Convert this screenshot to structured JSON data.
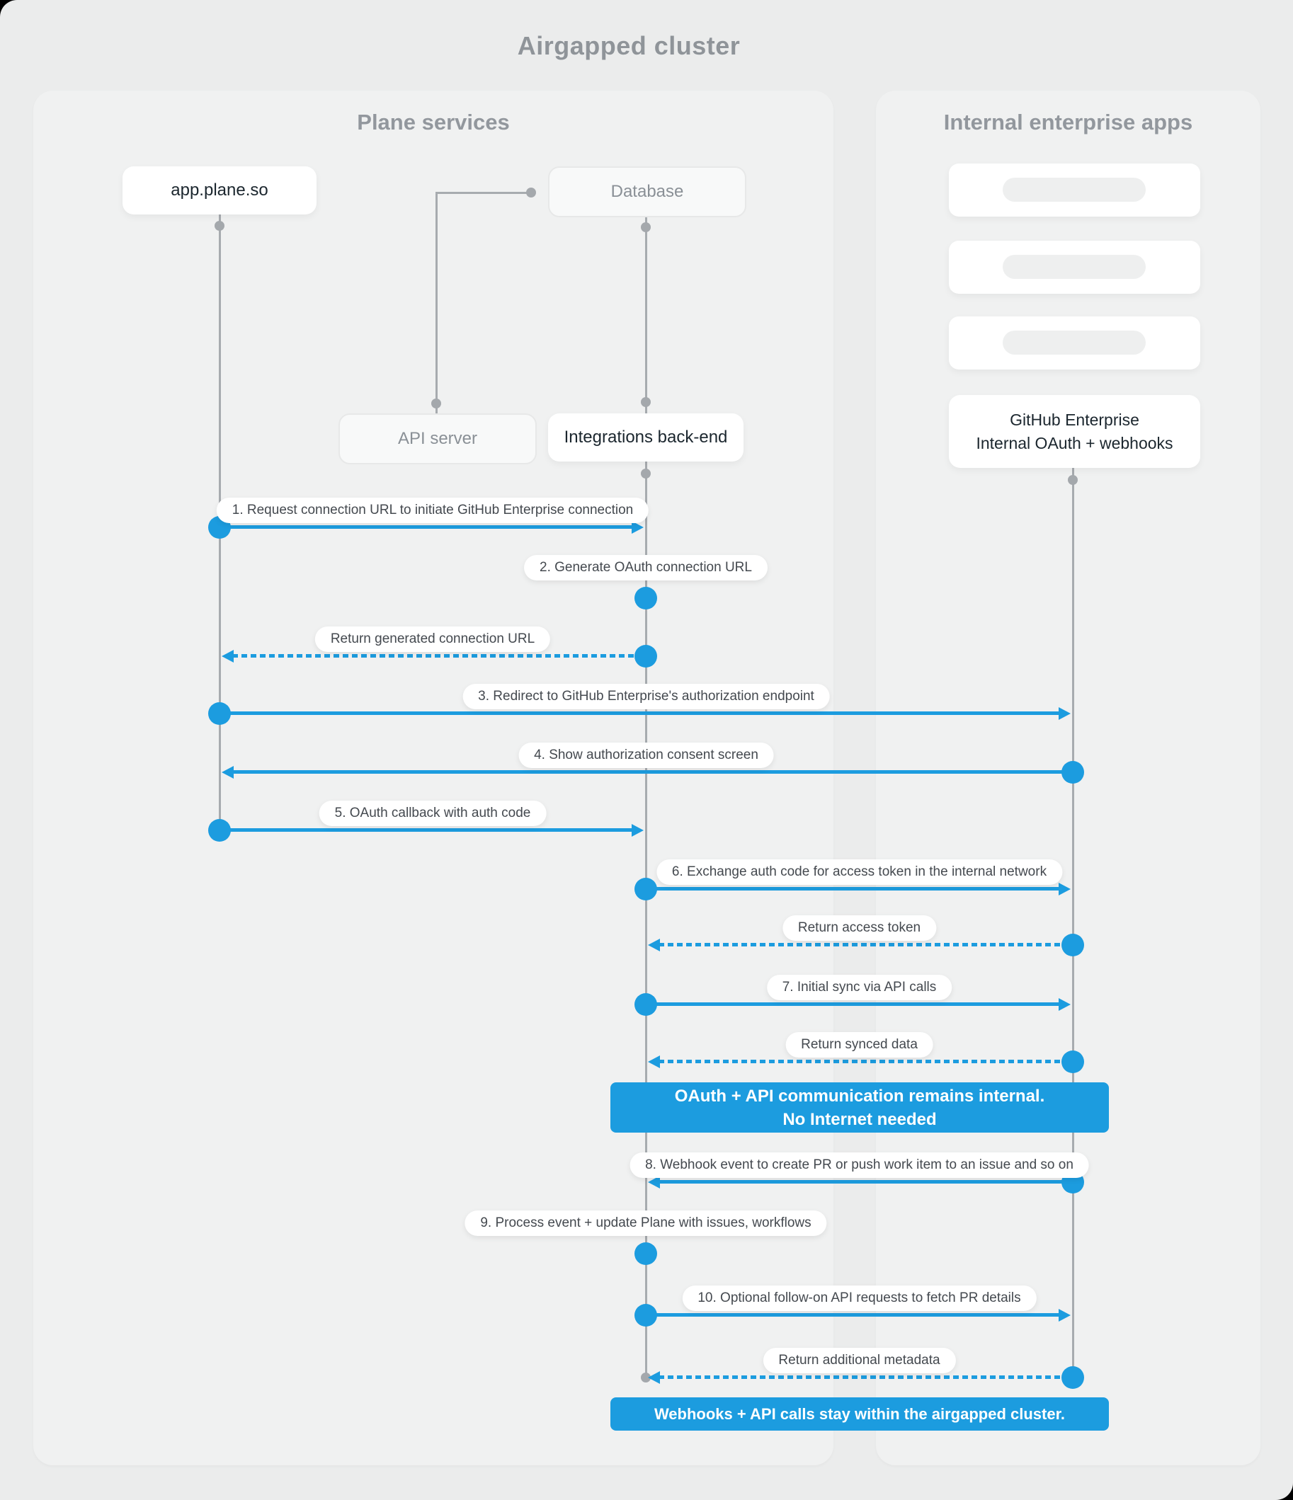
{
  "title": "Airgapped cluster",
  "colors": {
    "accent_blue": "#1C9CDF",
    "page_bg": "#EBECEC",
    "panel_bg": "#F0F1F1",
    "line_gray": "#A7ABAF",
    "dark_text": "#1B262E",
    "muted_text": "#8A9096",
    "header_gray": "#92979D"
  },
  "panels": {
    "left": {
      "title": "Plane services"
    },
    "right": {
      "title": "Internal enterprise apps",
      "placeholder_count": 3
    }
  },
  "actors": {
    "app": {
      "label": "app.plane.so"
    },
    "database": {
      "label": "Database"
    },
    "api_server": {
      "label": "API server"
    },
    "integrations": {
      "label": "Integrations back-end"
    },
    "github": {
      "label_line1": "GitHub Enterprise",
      "label_line2": "Internal OAuth + webhooks"
    }
  },
  "messages": [
    {
      "label": "1. Request connection URL to initiate GitHub Enterprise connection",
      "from": "app",
      "to": "integrations",
      "style": "solid"
    },
    {
      "label": "2. Generate OAuth connection URL",
      "from": "integrations",
      "to": "integrations",
      "style": "self"
    },
    {
      "label": "Return generated connection URL",
      "from": "integrations",
      "to": "app",
      "style": "dashed"
    },
    {
      "label": "3. Redirect to GitHub Enterprise's authorization endpoint",
      "from": "app",
      "to": "github",
      "style": "solid"
    },
    {
      "label": "4. Show authorization consent screen",
      "from": "github",
      "to": "app",
      "style": "solid"
    },
    {
      "label": "5. OAuth callback with auth code",
      "from": "app",
      "to": "integrations",
      "style": "solid"
    },
    {
      "label": "6. Exchange auth code for access token in the internal network",
      "from": "integrations",
      "to": "github",
      "style": "solid"
    },
    {
      "label": "Return access token",
      "from": "github",
      "to": "integrations",
      "style": "dashed"
    },
    {
      "label": "7. Initial sync via API calls",
      "from": "integrations",
      "to": "github",
      "style": "solid"
    },
    {
      "label": "Return synced data",
      "from": "github",
      "to": "integrations",
      "style": "dashed"
    },
    {
      "label": "OAuth + API communication remains internal.",
      "label2": "No Internet needed",
      "style": "banner"
    },
    {
      "label": "8. Webhook event to create PR or push work item to an issue and so on",
      "from": "github",
      "to": "integrations",
      "style": "solid"
    },
    {
      "label": "9. Process event + update Plane with issues, workflows",
      "from": "integrations",
      "to": "integrations",
      "style": "self"
    },
    {
      "label": "10. Optional follow-on API requests to fetch PR details",
      "from": "integrations",
      "to": "github",
      "style": "solid"
    },
    {
      "label": "Return additional metadata",
      "from": "github",
      "to": "integrations",
      "style": "dashed",
      "terminus": true
    },
    {
      "label": "Webhooks + API calls stay within the airgapped cluster.",
      "style": "banner"
    }
  ]
}
